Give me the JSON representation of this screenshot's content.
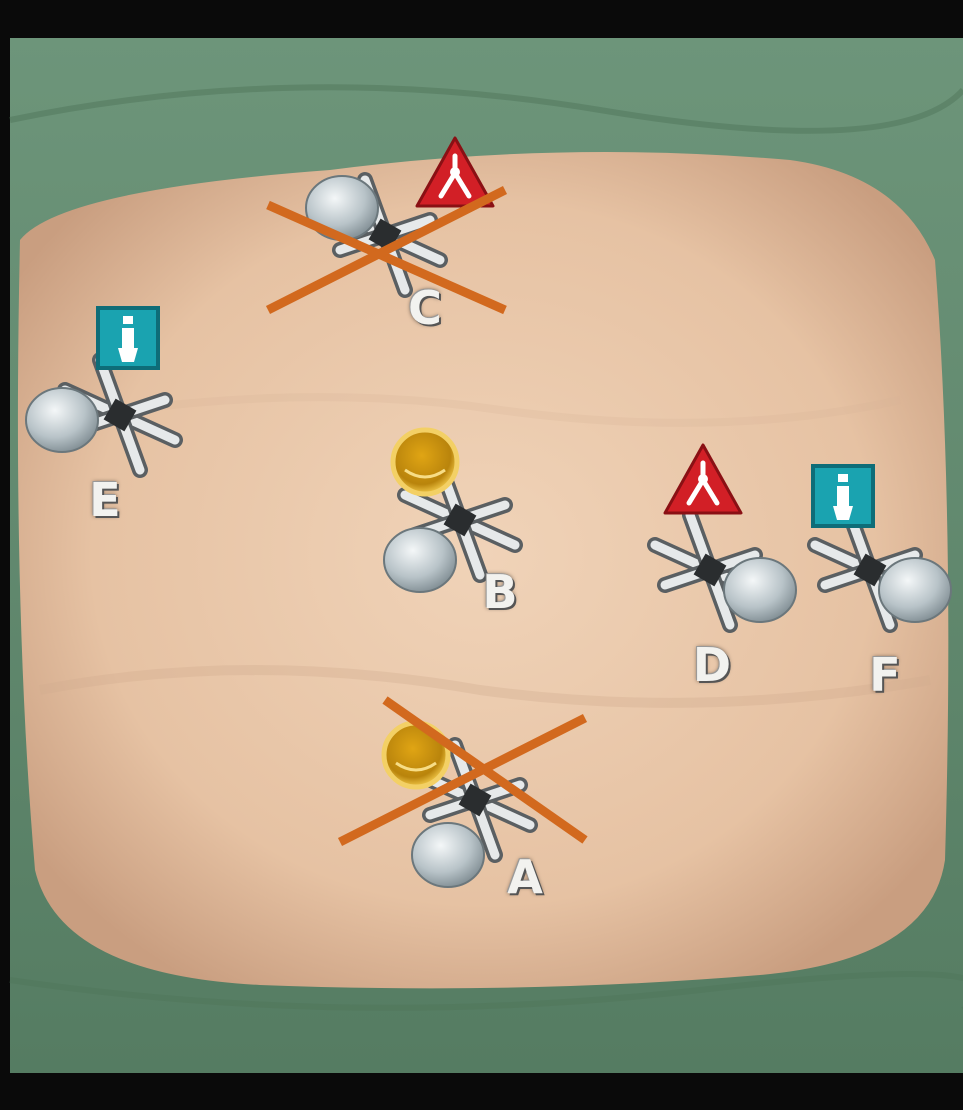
{
  "image": {
    "description_colors": {
      "drape": "#5f8a6d",
      "skin": "#e9c9ad",
      "cross_mark": "#d2691e",
      "warning_red": "#d21f26",
      "camera_teal": "#1aa3b0",
      "gold": "#e2a619"
    }
  },
  "ports": [
    {
      "id": "C",
      "label": "C",
      "icon": "red-triangle-instrument-icon",
      "crossed": true
    },
    {
      "id": "E",
      "label": "E",
      "icon": "teal-square-camera-icon",
      "crossed": false
    },
    {
      "id": "B",
      "label": "B",
      "icon": "gold-circle-icon",
      "crossed": false
    },
    {
      "id": "D",
      "label": "D",
      "icon": "red-triangle-instrument-icon",
      "crossed": false
    },
    {
      "id": "F",
      "label": "F",
      "icon": "teal-square-camera-icon",
      "crossed": false
    },
    {
      "id": "A",
      "label": "A",
      "icon": "gold-circle-icon",
      "crossed": true
    }
  ]
}
